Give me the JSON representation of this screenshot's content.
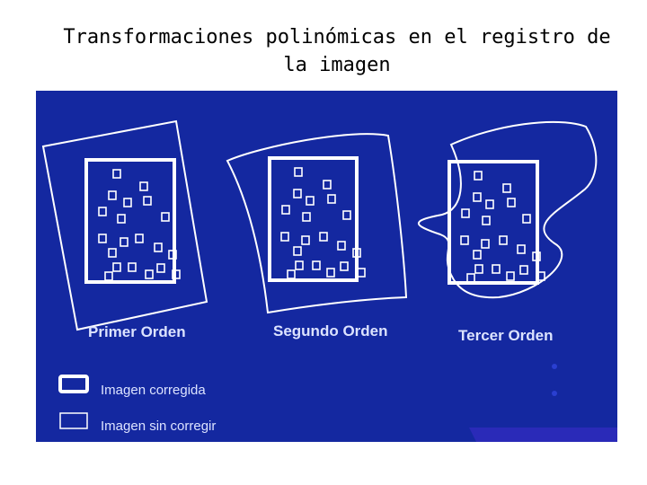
{
  "title": "Transformaciones polinómicas en el registro de la imagen",
  "colors": {
    "panel_bg": "#1428a0",
    "line": "#ffffff",
    "label": "#dce3ff",
    "bottom_bar": "#2a2ab8"
  },
  "panels": [
    {
      "label": "Primer Orden"
    },
    {
      "label": "Segundo Orden"
    },
    {
      "label": "Tercer Orden"
    }
  ],
  "legend": {
    "corrected": "Imagen corregida",
    "uncorrected": "Imagen sin corregir"
  }
}
